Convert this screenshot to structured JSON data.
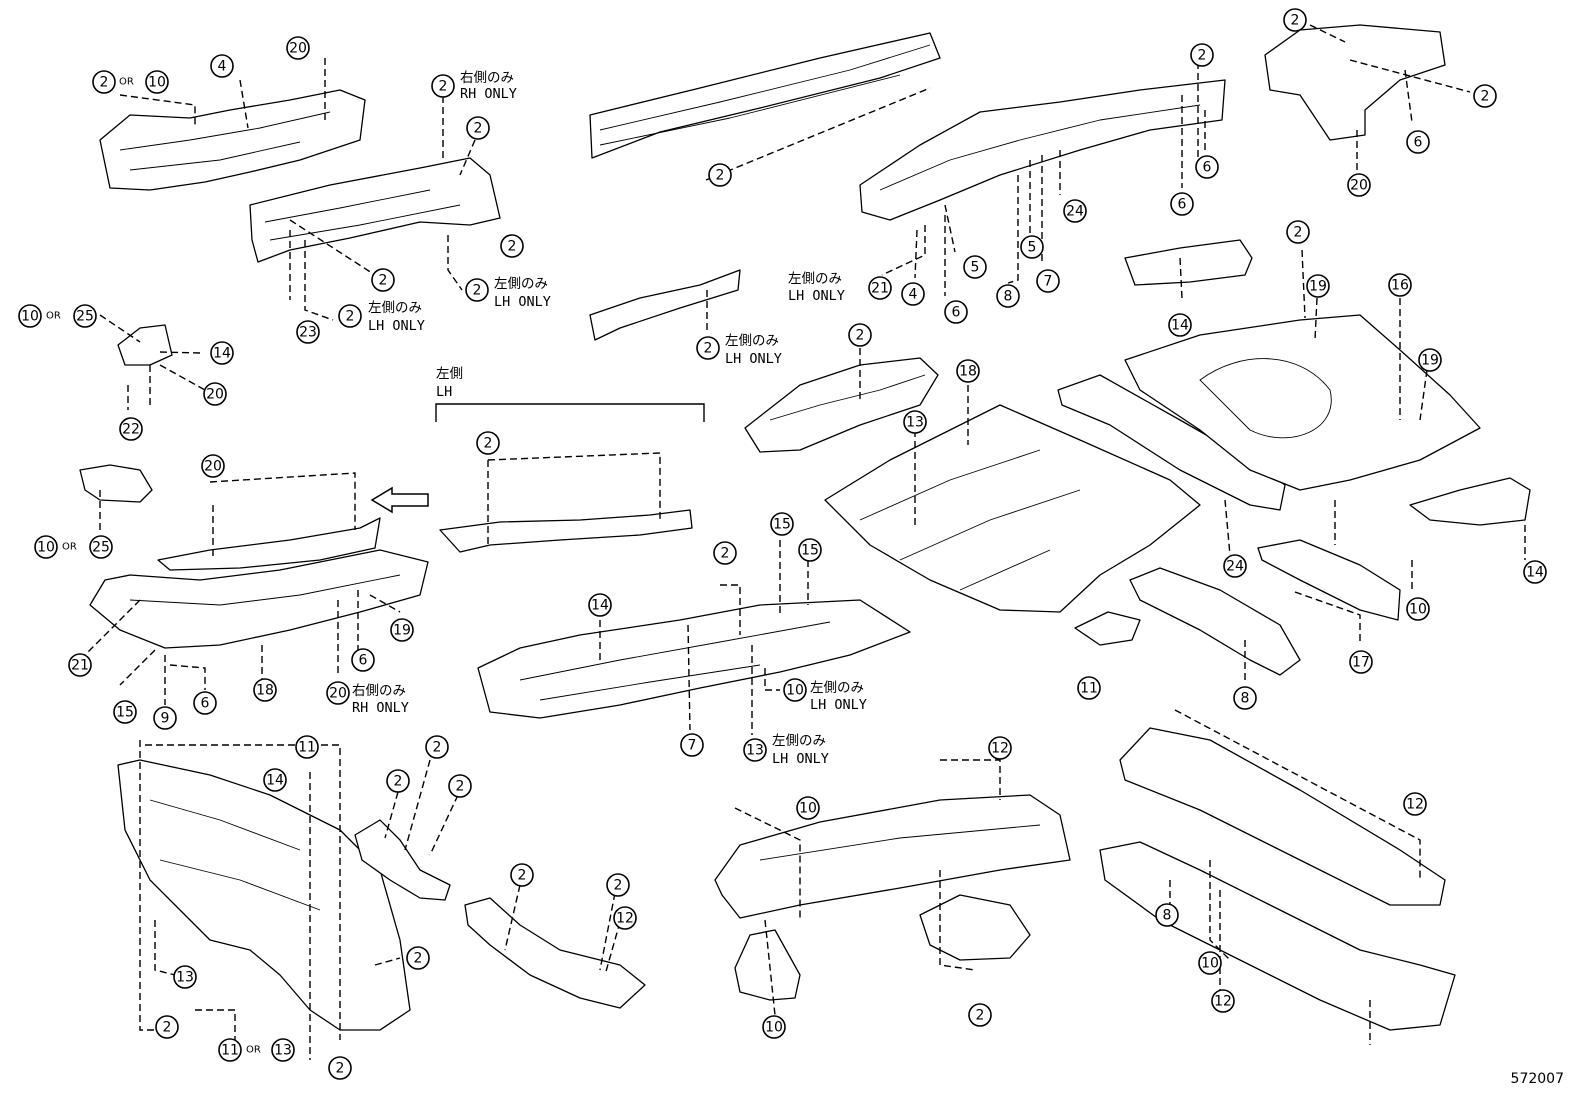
{
  "figure_id": "572007",
  "notes": {
    "rh_only_jp": "右側のみ",
    "rh_only": "RH ONLY",
    "lh_only_jp": "左側のみ",
    "lh_only": "LH ONLY",
    "lh_jp": "左側",
    "lh": "LH",
    "or": "OR"
  },
  "callouts": [
    "2",
    "10",
    "4",
    "20",
    "2",
    "2",
    "2",
    "2",
    "2",
    "23",
    "2",
    "2",
    "6",
    "6",
    "24",
    "5",
    "5",
    "8",
    "7",
    "4",
    "6",
    "21",
    "2",
    "2",
    "6",
    "20",
    "2",
    "19",
    "16",
    "19",
    "14",
    "10",
    "25",
    "14",
    "20",
    "22",
    "2",
    "2",
    "18",
    "13",
    "24",
    "14",
    "10",
    "17",
    "8",
    "11",
    "10",
    "25",
    "2",
    "2",
    "20",
    "21",
    "15",
    "9",
    "6",
    "18",
    "20",
    "6",
    "19",
    "14",
    "2",
    "15",
    "15",
    "7",
    "10",
    "13",
    "11",
    "14",
    "2",
    "2",
    "2",
    "13",
    "2",
    "2",
    "11",
    "13",
    "2",
    "2",
    "2",
    "12",
    "12",
    "10",
    "10",
    "2",
    "12",
    "8",
    "10",
    "12"
  ]
}
